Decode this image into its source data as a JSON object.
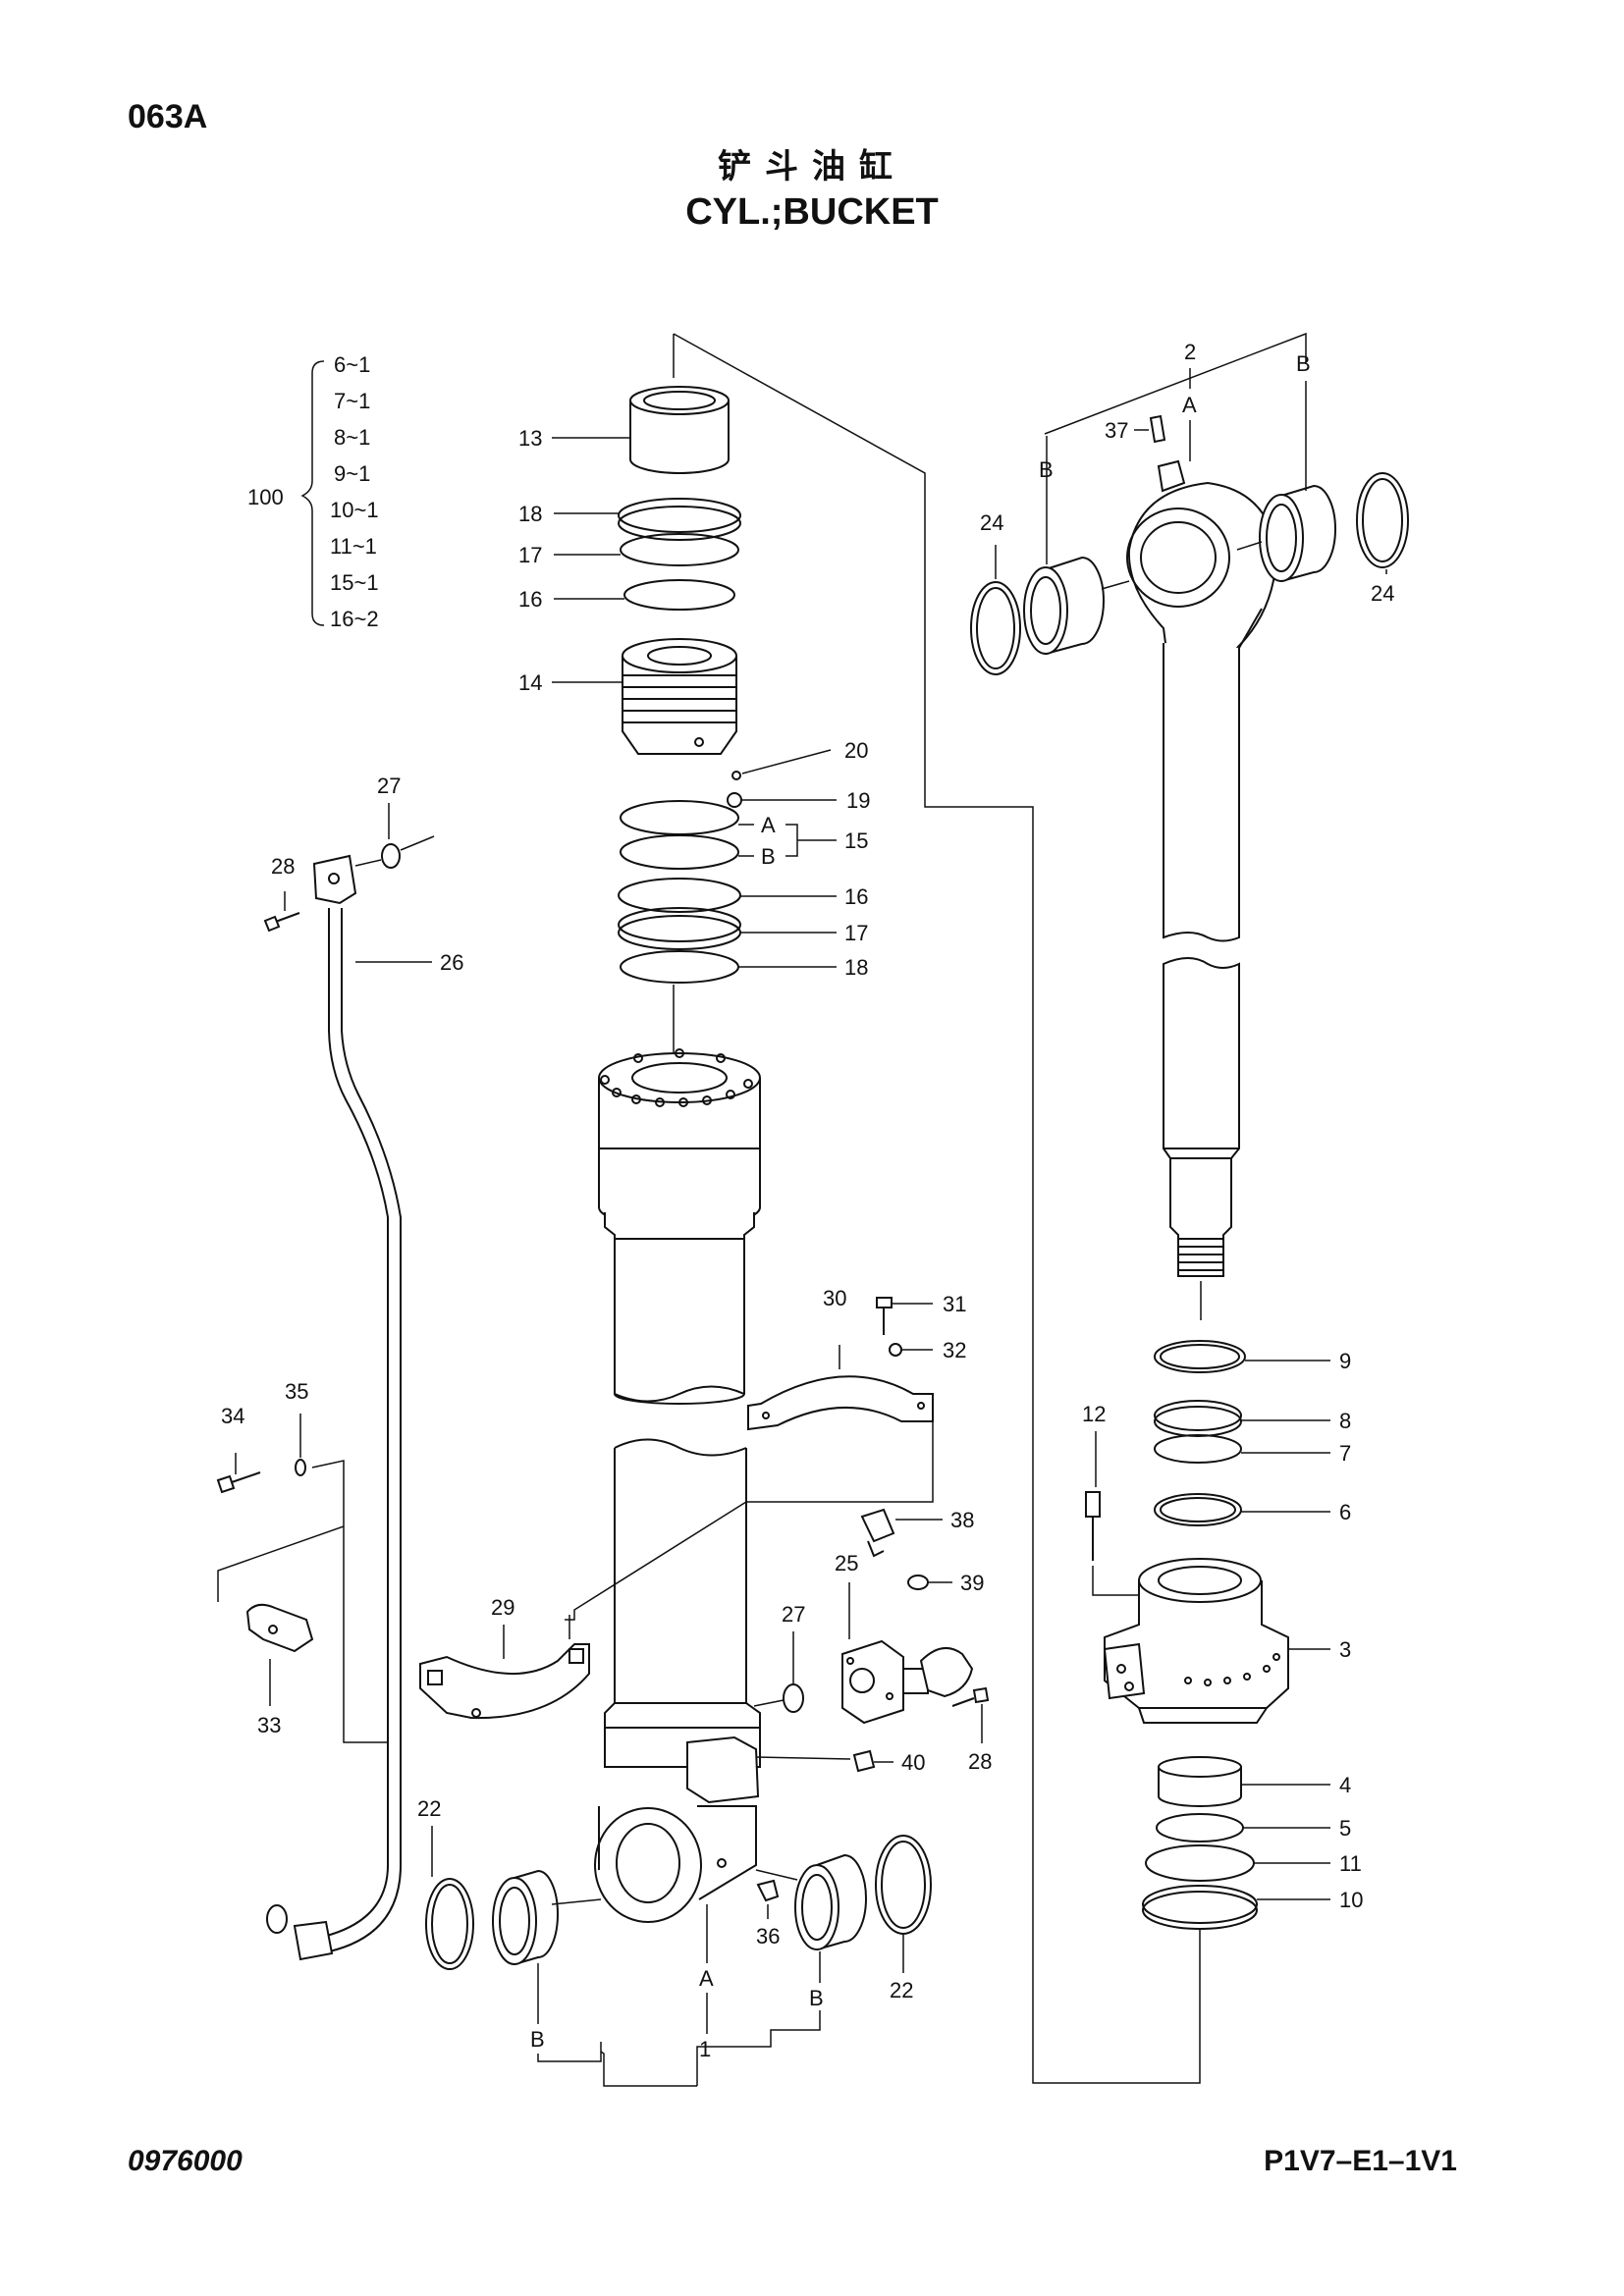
{
  "header": {
    "page_code": "063A",
    "title_cn": "铲斗油缸",
    "title_en": "CYL.;BUCKET"
  },
  "footer": {
    "drawing_number": "0976000",
    "page_reference": "P1V7–E1–1V1"
  },
  "kit": {
    "label": "100",
    "items": [
      "6~1",
      "7~1",
      "8~1",
      "9~1",
      "10~1",
      "11~1",
      "15~1",
      "16~2"
    ]
  },
  "callouts": {
    "c1": "1",
    "c2": "2",
    "c3": "3",
    "c4": "4",
    "c5": "5",
    "c6": "6",
    "c7": "7",
    "c8": "8",
    "c9": "9",
    "c10": "10",
    "c11": "11",
    "c12": "12",
    "c13": "13",
    "c14": "14",
    "c15": "15",
    "c16a": "16",
    "c16b": "16",
    "c17a": "17",
    "c17b": "17",
    "c18a": "18",
    "c18b": "18",
    "c19": "19",
    "c20": "20",
    "c22a": "22",
    "c22b": "22",
    "c24a": "24",
    "c24b": "24",
    "c25": "25",
    "c26": "26",
    "c27a": "27",
    "c27b": "27",
    "c28a": "28",
    "c28b": "28",
    "c29": "29",
    "c30": "30",
    "c31": "31",
    "c32": "32",
    "c33": "33",
    "c34": "34",
    "c35": "35",
    "c36": "36",
    "c37": "37",
    "c38": "38",
    "c39": "39",
    "c40": "40"
  },
  "letters": {
    "a_rod": "A",
    "b_rod_left": "B",
    "b_rod_right": "B",
    "a_piston": "A",
    "b_piston": "B",
    "a_tube": "A",
    "b_tube_left": "B",
    "b_tube_right": "B"
  }
}
